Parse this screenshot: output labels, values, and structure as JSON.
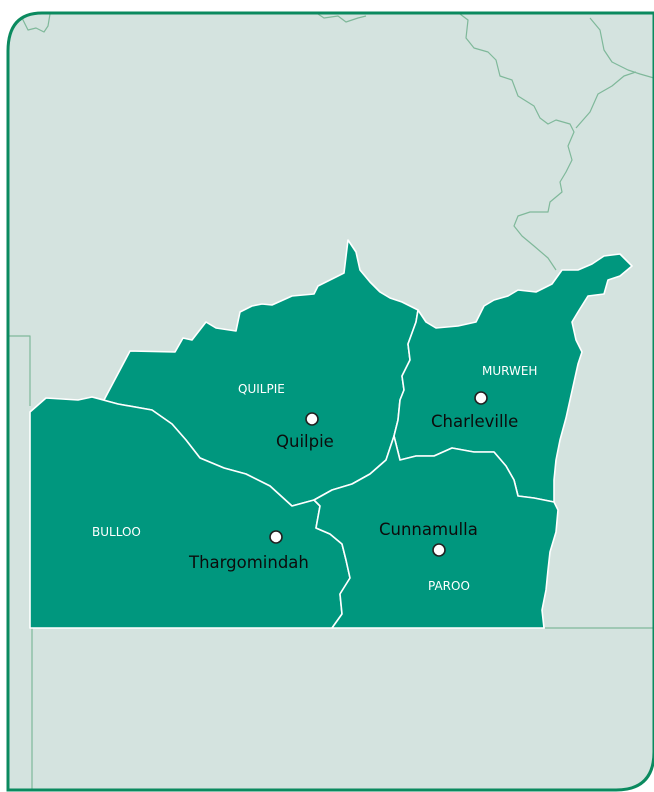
{
  "map": {
    "colors": {
      "background": "#d4e3df",
      "region_fill": "#00977e",
      "region_border": "#ffffff",
      "background_border": "#7fb89a",
      "frame": "#0b8a5f"
    },
    "shires": [
      {
        "id": "quilpie",
        "label": "QUILPIE"
      },
      {
        "id": "murweh",
        "label": "MURWEH"
      },
      {
        "id": "bulloo",
        "label": "BULLOO"
      },
      {
        "id": "paroo",
        "label": "PAROO"
      }
    ],
    "towns": [
      {
        "id": "quilpie",
        "label": "Quilpie"
      },
      {
        "id": "charleville",
        "label": "Charleville"
      },
      {
        "id": "thargomindah",
        "label": "Thargomindah"
      },
      {
        "id": "cunnamulla",
        "label": "Cunnamulla"
      }
    ]
  }
}
